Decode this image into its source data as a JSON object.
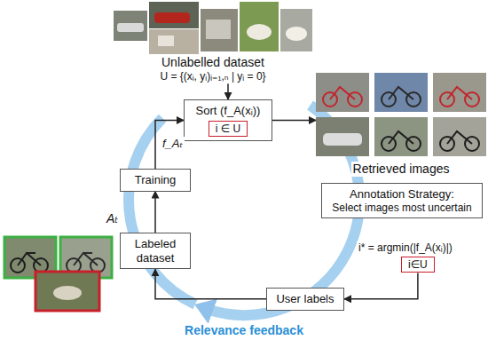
{
  "diagram": {
    "nodes": [
      {
        "text": [
          "Unlabelled dataset",
          "U = {(xᵢ, yᵢ)ᵢ₌₁,ₙ | yᵢ = 0}"
        ]
      },
      {
        "text": [
          "Sort (f_A(xᵢ))"
        ]
      },
      {
        "text": [
          "i ∈ U"
        ],
        "in": 1
      },
      {
        "text": [
          "Retrieved images"
        ]
      },
      {
        "text": [
          "Annotation Strategy:",
          "Select images most uncertain"
        ]
      },
      {
        "text": [
          "i∈U"
        ]
      },
      {
        "text": [
          "User labels"
        ]
      },
      {
        "text": [
          "Labeled dataset"
        ]
      },
      {
        "text": [
          "Training"
        ]
      }
    ],
    "edges": [
      {
        "from": 0,
        "to": 1,
        "arrow": "to"
      },
      {
        "from": 1,
        "to": 3,
        "arrow": "to"
      },
      {
        "from": 5,
        "to": 6,
        "arrow": "to"
      },
      {
        "from": 6,
        "to": 7,
        "arrow": "to"
      },
      {
        "from": 7,
        "to": 8,
        "arrow": "to"
      },
      {
        "from": 8,
        "to": 1,
        "label": "f_Aₜ",
        "arrow": "to"
      }
    ],
    "labels": [
      "Aₜ",
      "i* = argmin(|f_A(xᵢ)|)",
      "Relevance feedback"
    ]
  }
}
